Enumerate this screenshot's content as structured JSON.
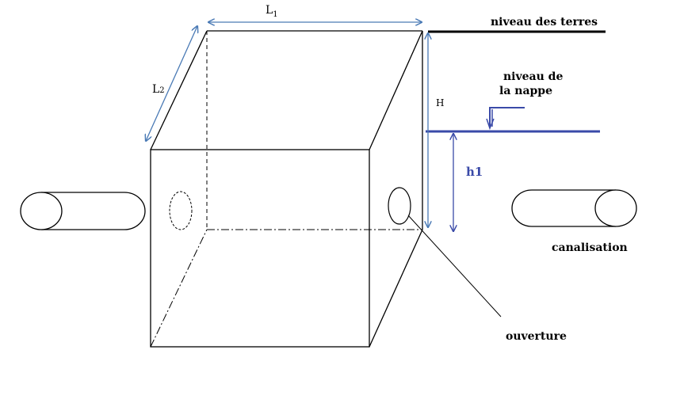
{
  "labels": {
    "l1": "L",
    "l1_sub": "1",
    "l2": "L",
    "l2_sub": "2",
    "h": "H",
    "h1": "h1",
    "ground_level": "niveau des terres",
    "water_table_line1": "niveau de",
    "water_table_line2": "la nappe",
    "pipe": "canalisation",
    "opening": "ouverture"
  },
  "colors": {
    "line": "#000000",
    "dimension": "#4a7ab5",
    "water": "#3a4aa8"
  }
}
